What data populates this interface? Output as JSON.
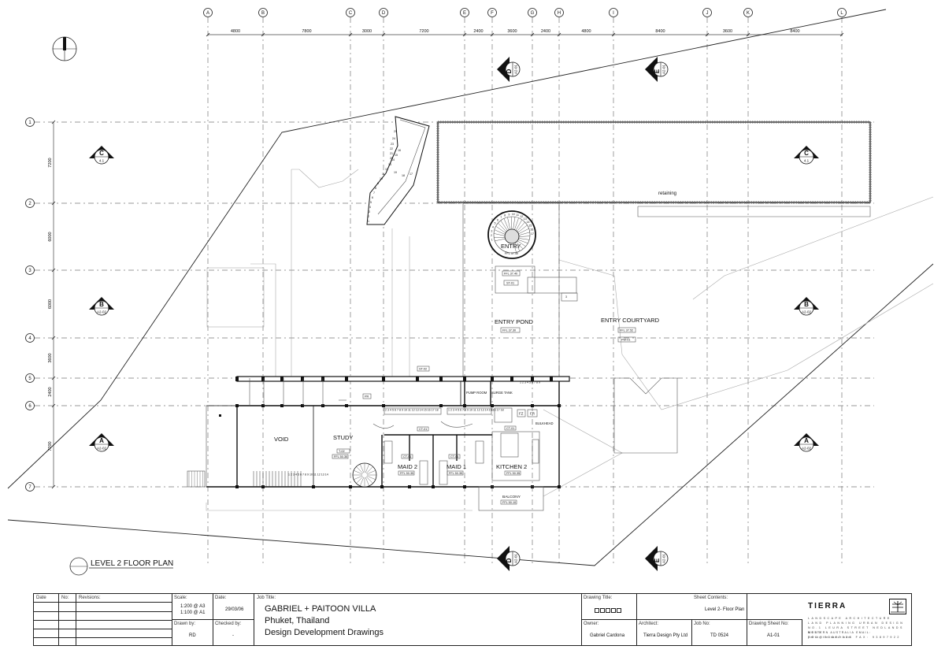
{
  "grid": {
    "columns": [
      {
        "id": "A"
      },
      {
        "id": "B"
      },
      {
        "id": "C"
      },
      {
        "id": "D"
      },
      {
        "id": "E"
      },
      {
        "id": "F"
      },
      {
        "id": "G"
      },
      {
        "id": "H"
      },
      {
        "id": "I"
      },
      {
        "id": "J"
      },
      {
        "id": "K"
      },
      {
        "id": "L"
      }
    ],
    "rows": [
      {
        "id": "1"
      },
      {
        "id": "2"
      },
      {
        "id": "3"
      },
      {
        "id": "4"
      },
      {
        "id": "5"
      },
      {
        "id": "6"
      },
      {
        "id": "7"
      }
    ],
    "column_dims": [
      "4800",
      "7800",
      "3000",
      "7200",
      "2400",
      "3600",
      "2400",
      "4800",
      "8400",
      "3600",
      "8400"
    ],
    "row_dims": [
      "7200",
      "6000",
      "6000",
      "3600",
      "2400",
      "7200"
    ]
  },
  "sections": {
    "A": {
      "letter": "A",
      "ref": "A2-02"
    },
    "B": {
      "letter": "B",
      "ref": "A2-02"
    },
    "C": {
      "letter": "C",
      "ref": "4.1"
    },
    "D": {
      "letter": "D",
      "ref": "A2-01"
    },
    "E": {
      "letter": "E",
      "ref": "A2-01"
    }
  },
  "rooms": {
    "void": "VOID",
    "study": "STUDY",
    "maid2": "MAID 2",
    "maid1": "MAID 1",
    "kitchen2": "KITCHEN 2",
    "balcony": "BALCONY",
    "entry": "ENTRY",
    "entry_pond": "ENTRY POND",
    "entry_courtyard": "ENTRY COURTYARD",
    "retaining": "retaining",
    "pump_room": "PUMP ROOM",
    "surge_tank": "SURGE TANK",
    "bulkhead": "BULKHEAD",
    "fz": "FZ",
    "fr": "FR"
  },
  "tags": {
    "st02": "ST-02",
    "pr": "PR",
    "ct01": "CT-01",
    "entry_ffl": "FFL 37.40",
    "st01": "ST-01",
    "pond_ffl": "FFL 37.30",
    "court_ffl": "FFL 37.52",
    "pw01": "PW-01",
    "study_t": "T-02",
    "study_ffl": "FFL 50.35",
    "maid2_ffl": "FFL 50.35",
    "maid1_ffl": "FFL 50.35",
    "kitchen_ffl": "FFL 50.35",
    "balcony_ffl": "FFL 50.10"
  },
  "stairs": {
    "upper_numbers": [
      "1",
      "2",
      "3",
      "4",
      "5",
      "6",
      "7",
      "8",
      "9",
      "10",
      "11",
      "12",
      "13",
      "14",
      "15",
      "16",
      "17",
      "18",
      "19",
      "20",
      "21",
      "22",
      "23",
      "24",
      "25"
    ],
    "spiral_numbers": [
      "1",
      "2",
      "3",
      "4",
      "5",
      "6",
      "7",
      "8",
      "9",
      "10",
      "11",
      "12",
      "13",
      "14",
      "15",
      "16",
      "17"
    ],
    "corridor_left": "2 3 4 5 6 7 8 9  10 11 12 13 14 15 16 17 18",
    "corridor_right": "1 2 3 4 5 6 7 8 9  10 11 12 13 14 15 16 17 18",
    "pump_stair": "1 2 3 4 5 6 7 8 9",
    "void_stair": "1 2 3 4 5 6 7 8 9 10 11 12 13 14",
    "entry_small": "3"
  },
  "drawing_title": "LEVEL 2 FLOOR PLAN",
  "titleblock": {
    "date_label": "Date",
    "no_label": "No:",
    "revisions_label": "Revisions:",
    "scale_label": "Scale:",
    "scale_1": "1:200 @ A3",
    "scale_2": "1:100 @ A1",
    "date_label2": "Date:",
    "date_value": "29/03/06",
    "drawn_label": "Drawn by:",
    "drawn_value": "RD",
    "checked_label": "Checked by:",
    "checked_value": "-",
    "job_title_label": "Job Title:",
    "job_title_1": "GABRIEL + PAITOON VILLA",
    "job_title_2": "Phuket, Thailand",
    "job_title_3": "Design Development Drawings",
    "drawing_title_label": "Drawing Title:",
    "owner_label": "Owner:",
    "owner_value": "Gabriel Cardona",
    "architect_label": "Architect:",
    "architect_value": "Tierra Design Pty Ltd",
    "sheet_contents_label": "Sheet Contents:",
    "sheet_contents_value": "Level 2- Floor Plan",
    "job_no_label": "Job No:",
    "job_no_value": "TD 0524",
    "sheet_no_label": "Drawing Sheet No:",
    "sheet_no_value": "A1-01",
    "company": "TIERRA",
    "company_line1": "LANDSCAPE ARCHITECTURE",
    "company_line2": "LAND PLANNING URBAN DESIGN",
    "company_line3": "NO.1 LEURA STREET NEDLANDS 6009",
    "company_line4": "WESTERN AUSTRALIA EMAIL: perth@tierrador.com",
    "company_line5": "TEL: 93897933 FAX: 93897922"
  }
}
